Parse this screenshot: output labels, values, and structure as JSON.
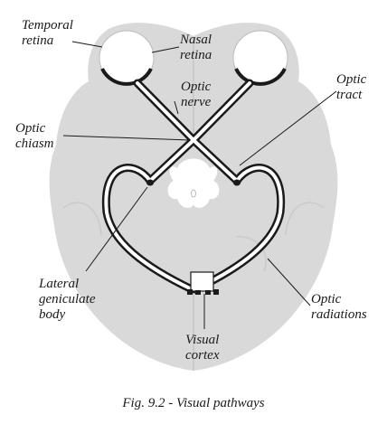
{
  "labels": {
    "temporal_retina": [
      "Temporal",
      "retina"
    ],
    "nasal_retina": [
      "Nasal",
      "retina"
    ],
    "optic_nerve": [
      "Optic",
      "nerve"
    ],
    "optic_tract": [
      "Optic",
      "tract"
    ],
    "optic_chiasm": [
      "Optic",
      "chiasm"
    ],
    "lateral_geniculate_body": [
      "Lateral",
      "geniculate",
      "body"
    ],
    "optic_radiations": [
      "Optic",
      "radiations"
    ],
    "visual_cortex": [
      "Visual",
      "cortex"
    ]
  },
  "caption": "Fig. 9.2 - Visual pathways",
  "colors": {
    "brain_fill": "#d9d9d9",
    "pathway_stroke": "#1a1a1a",
    "pathway_fill": "#ffffff",
    "leader_line": "#1a1a1a"
  }
}
